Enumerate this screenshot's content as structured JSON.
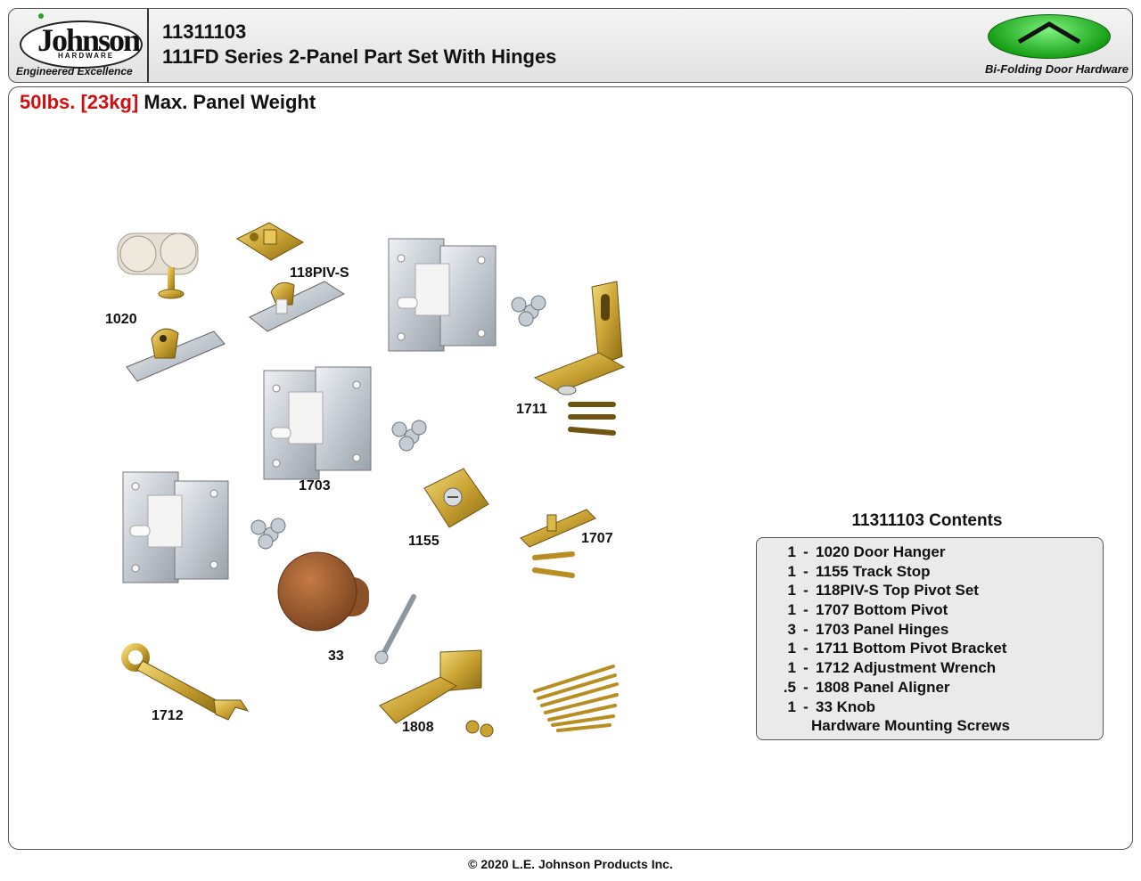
{
  "header": {
    "logo_word": "Johnson",
    "logo_sub": "HARDWARE",
    "tagline": "Engineered Excellence",
    "part_number": "11311103",
    "title": "111FD Series 2-Panel Part Set With Hinges",
    "category": "Bi-Folding Door Hardware"
  },
  "weight": {
    "value": "50lbs. [23kg]",
    "label": "Max. Panel Weight"
  },
  "parts": {
    "p1020": "1020",
    "p118": "118PIV-S",
    "p1711": "1711",
    "p1703": "1703",
    "p1155": "1155",
    "p1707": "1707",
    "p33": "33",
    "p1712": "1712",
    "p1808": "1808"
  },
  "contents": {
    "title": "11311103 Contents",
    "items": [
      {
        "qty": "1",
        "text": "1020 Door Hanger"
      },
      {
        "qty": "1",
        "text": "1155 Track Stop"
      },
      {
        "qty": "1",
        "text": "118PIV-S Top Pivot Set"
      },
      {
        "qty": "1",
        "text": "1707 Bottom Pivot"
      },
      {
        "qty": "3",
        "text": "1703 Panel Hinges"
      },
      {
        "qty": "1",
        "text": "1711 Bottom Pivot Bracket"
      },
      {
        "qty": "1",
        "text": "1712 Adjustment Wrench"
      },
      {
        "qty": ".5",
        "text": "1808 Panel Aligner"
      },
      {
        "qty": "1",
        "text": "33 Knob"
      }
    ],
    "last_line": "Hardware Mounting Screws"
  },
  "footer": {
    "copyright": "© 2020 L.E. Johnson Products Inc."
  },
  "colors": {
    "accent_red": "#d01010",
    "brass": "#c9a233",
    "zinc": "#c9ced4",
    "knob": "#a0612f"
  }
}
